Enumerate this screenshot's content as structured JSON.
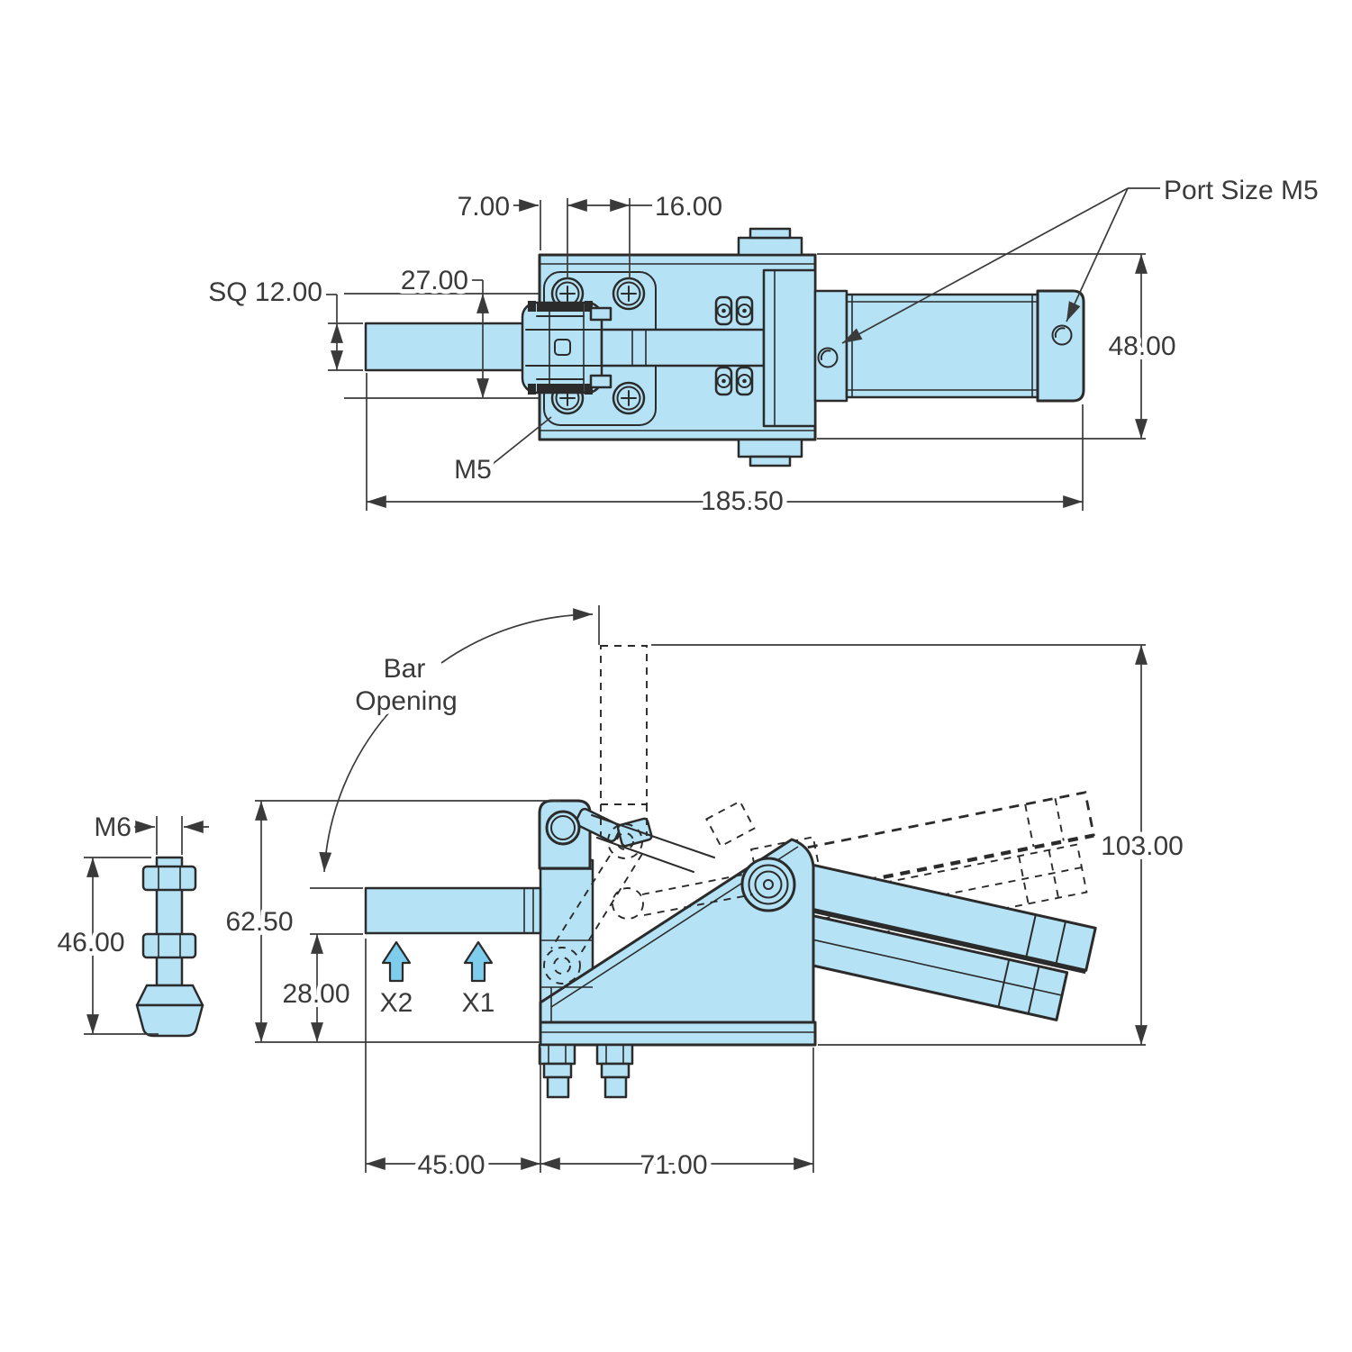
{
  "drawing_title": "Pneumatic toggle clamp dimension drawing",
  "colors": {
    "part_fill": "#B5E3F5",
    "outline": "#2B2B2B",
    "dimension_line": "#3A3A3A",
    "flow_arrow_fill": "#7FCDED",
    "background": "#FFFFFF"
  },
  "top_view": {
    "dim_edge_to_hole": "7.00",
    "dim_hole_spacing": "16.00",
    "dim_hole_row_spacing": "27.00",
    "dim_bar_square": "SQ 12.00",
    "label_mount_thread": "M5",
    "dim_overall_length": "185.50",
    "dim_body_width": "48.00",
    "label_port": "Port Size M5"
  },
  "side_view": {
    "dim_bar_height": "62.50",
    "dim_under_bar_height": "28.00",
    "dim_bar_length": "45.00",
    "dim_body_length": "71.00",
    "dim_overall_height": "103.00",
    "label_bar_opening_line1": "Bar",
    "label_bar_opening_line2": "Opening",
    "label_clamp_point_1": "X1",
    "label_clamp_point_2": "X2"
  },
  "spindle_detail": {
    "label_thread": "M6",
    "dim_length": "46.00"
  }
}
